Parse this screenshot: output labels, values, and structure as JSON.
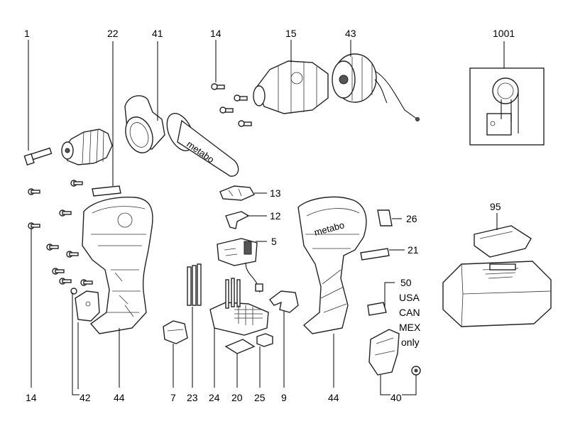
{
  "labels": {
    "p1": "1",
    "p22": "22",
    "p41": "41",
    "p14a": "14",
    "p15": "15",
    "p43": "43",
    "p1001": "1001",
    "p13": "13",
    "p12": "12",
    "p5": "5",
    "p26": "26",
    "p21": "21",
    "p95": "95",
    "p50": "50",
    "usa": "USA",
    "can": "CAN",
    "mex": "MEX",
    "only": "only",
    "p14b": "14",
    "p42": "42",
    "p44a": "44",
    "p7": "7",
    "p23": "23",
    "p24": "24",
    "p20": "20",
    "p25": "25",
    "p9": "9",
    "p44b": "44",
    "p40": "40"
  },
  "handle_text": "metabo"
}
